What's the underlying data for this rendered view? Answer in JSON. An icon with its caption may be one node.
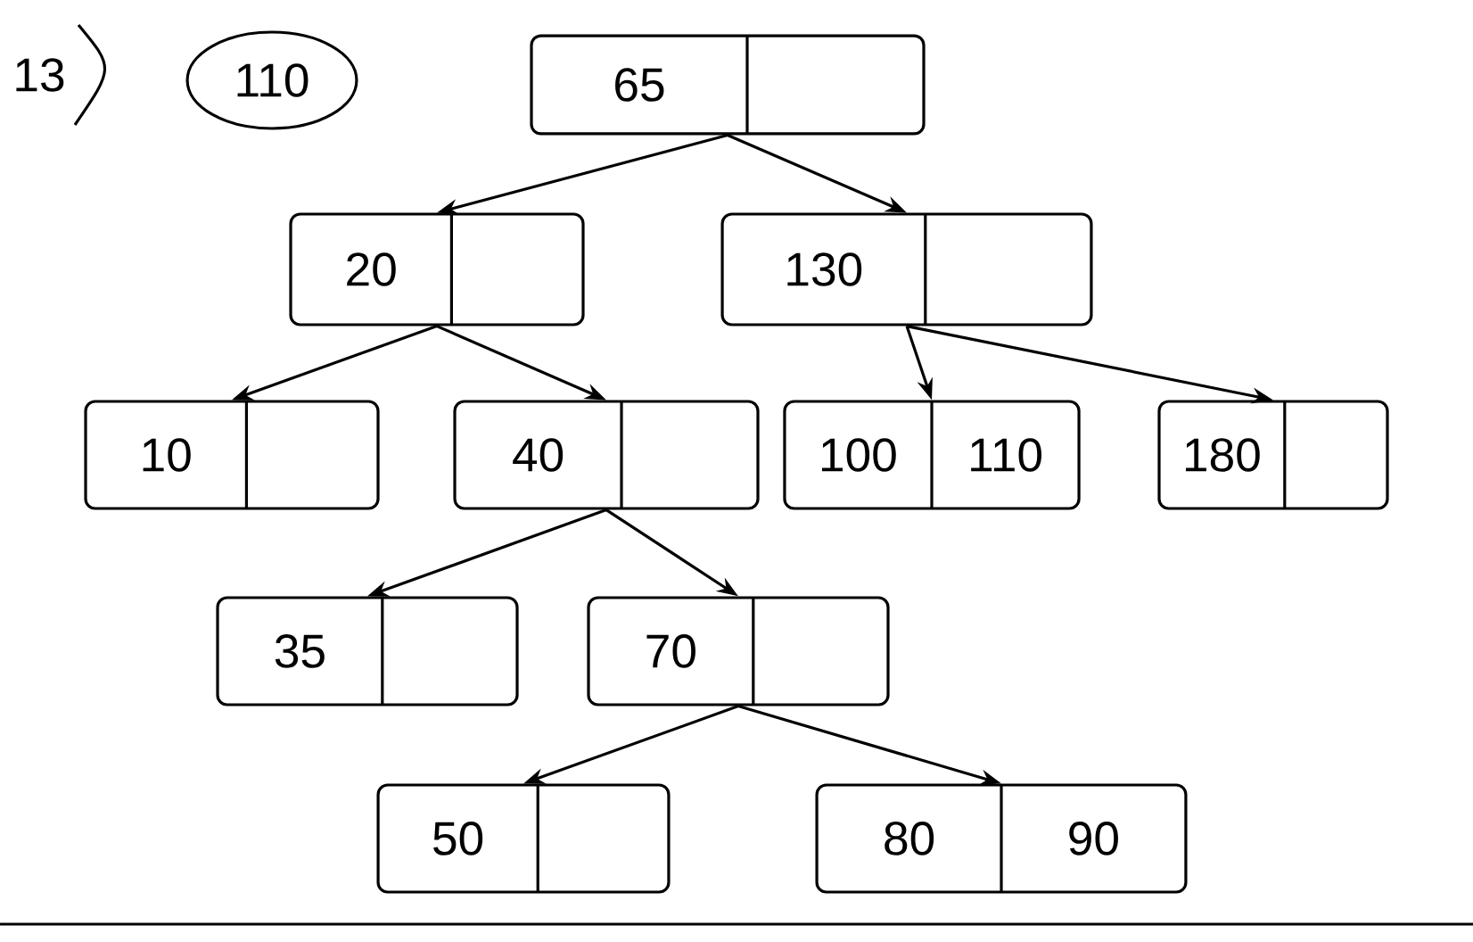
{
  "diagram": {
    "nodes": [
      {
        "text": [
          "110"
        ]
      },
      {
        "text": [
          "65"
        ]
      },
      {
        "text": [
          "20"
        ]
      },
      {
        "text": [
          "130"
        ]
      },
      {
        "text": [
          "10"
        ]
      },
      {
        "text": [
          "40"
        ]
      },
      {
        "text": [
          "100",
          "110"
        ]
      },
      {
        "text": [
          "180"
        ]
      },
      {
        "text": [
          "35"
        ]
      },
      {
        "text": [
          "70"
        ]
      },
      {
        "text": [
          "50"
        ]
      },
      {
        "text": [
          "80",
          "90"
        ]
      }
    ],
    "edges": [
      {
        "from": 1,
        "to": 2,
        "arrow": "to"
      },
      {
        "from": 1,
        "to": 3,
        "arrow": "to"
      },
      {
        "from": 2,
        "to": 4,
        "arrow": "to"
      },
      {
        "from": 2,
        "to": 5,
        "arrow": "to"
      },
      {
        "from": 3,
        "to": 6,
        "arrow": "to"
      },
      {
        "from": 3,
        "to": 7,
        "arrow": "to"
      },
      {
        "from": 5,
        "to": 8,
        "arrow": "to"
      },
      {
        "from": 5,
        "to": 9,
        "arrow": "to"
      },
      {
        "from": 9,
        "to": 10,
        "arrow": "to"
      },
      {
        "from": 9,
        "to": 11,
        "arrow": "to"
      }
    ],
    "labels": [
      "13"
    ]
  }
}
